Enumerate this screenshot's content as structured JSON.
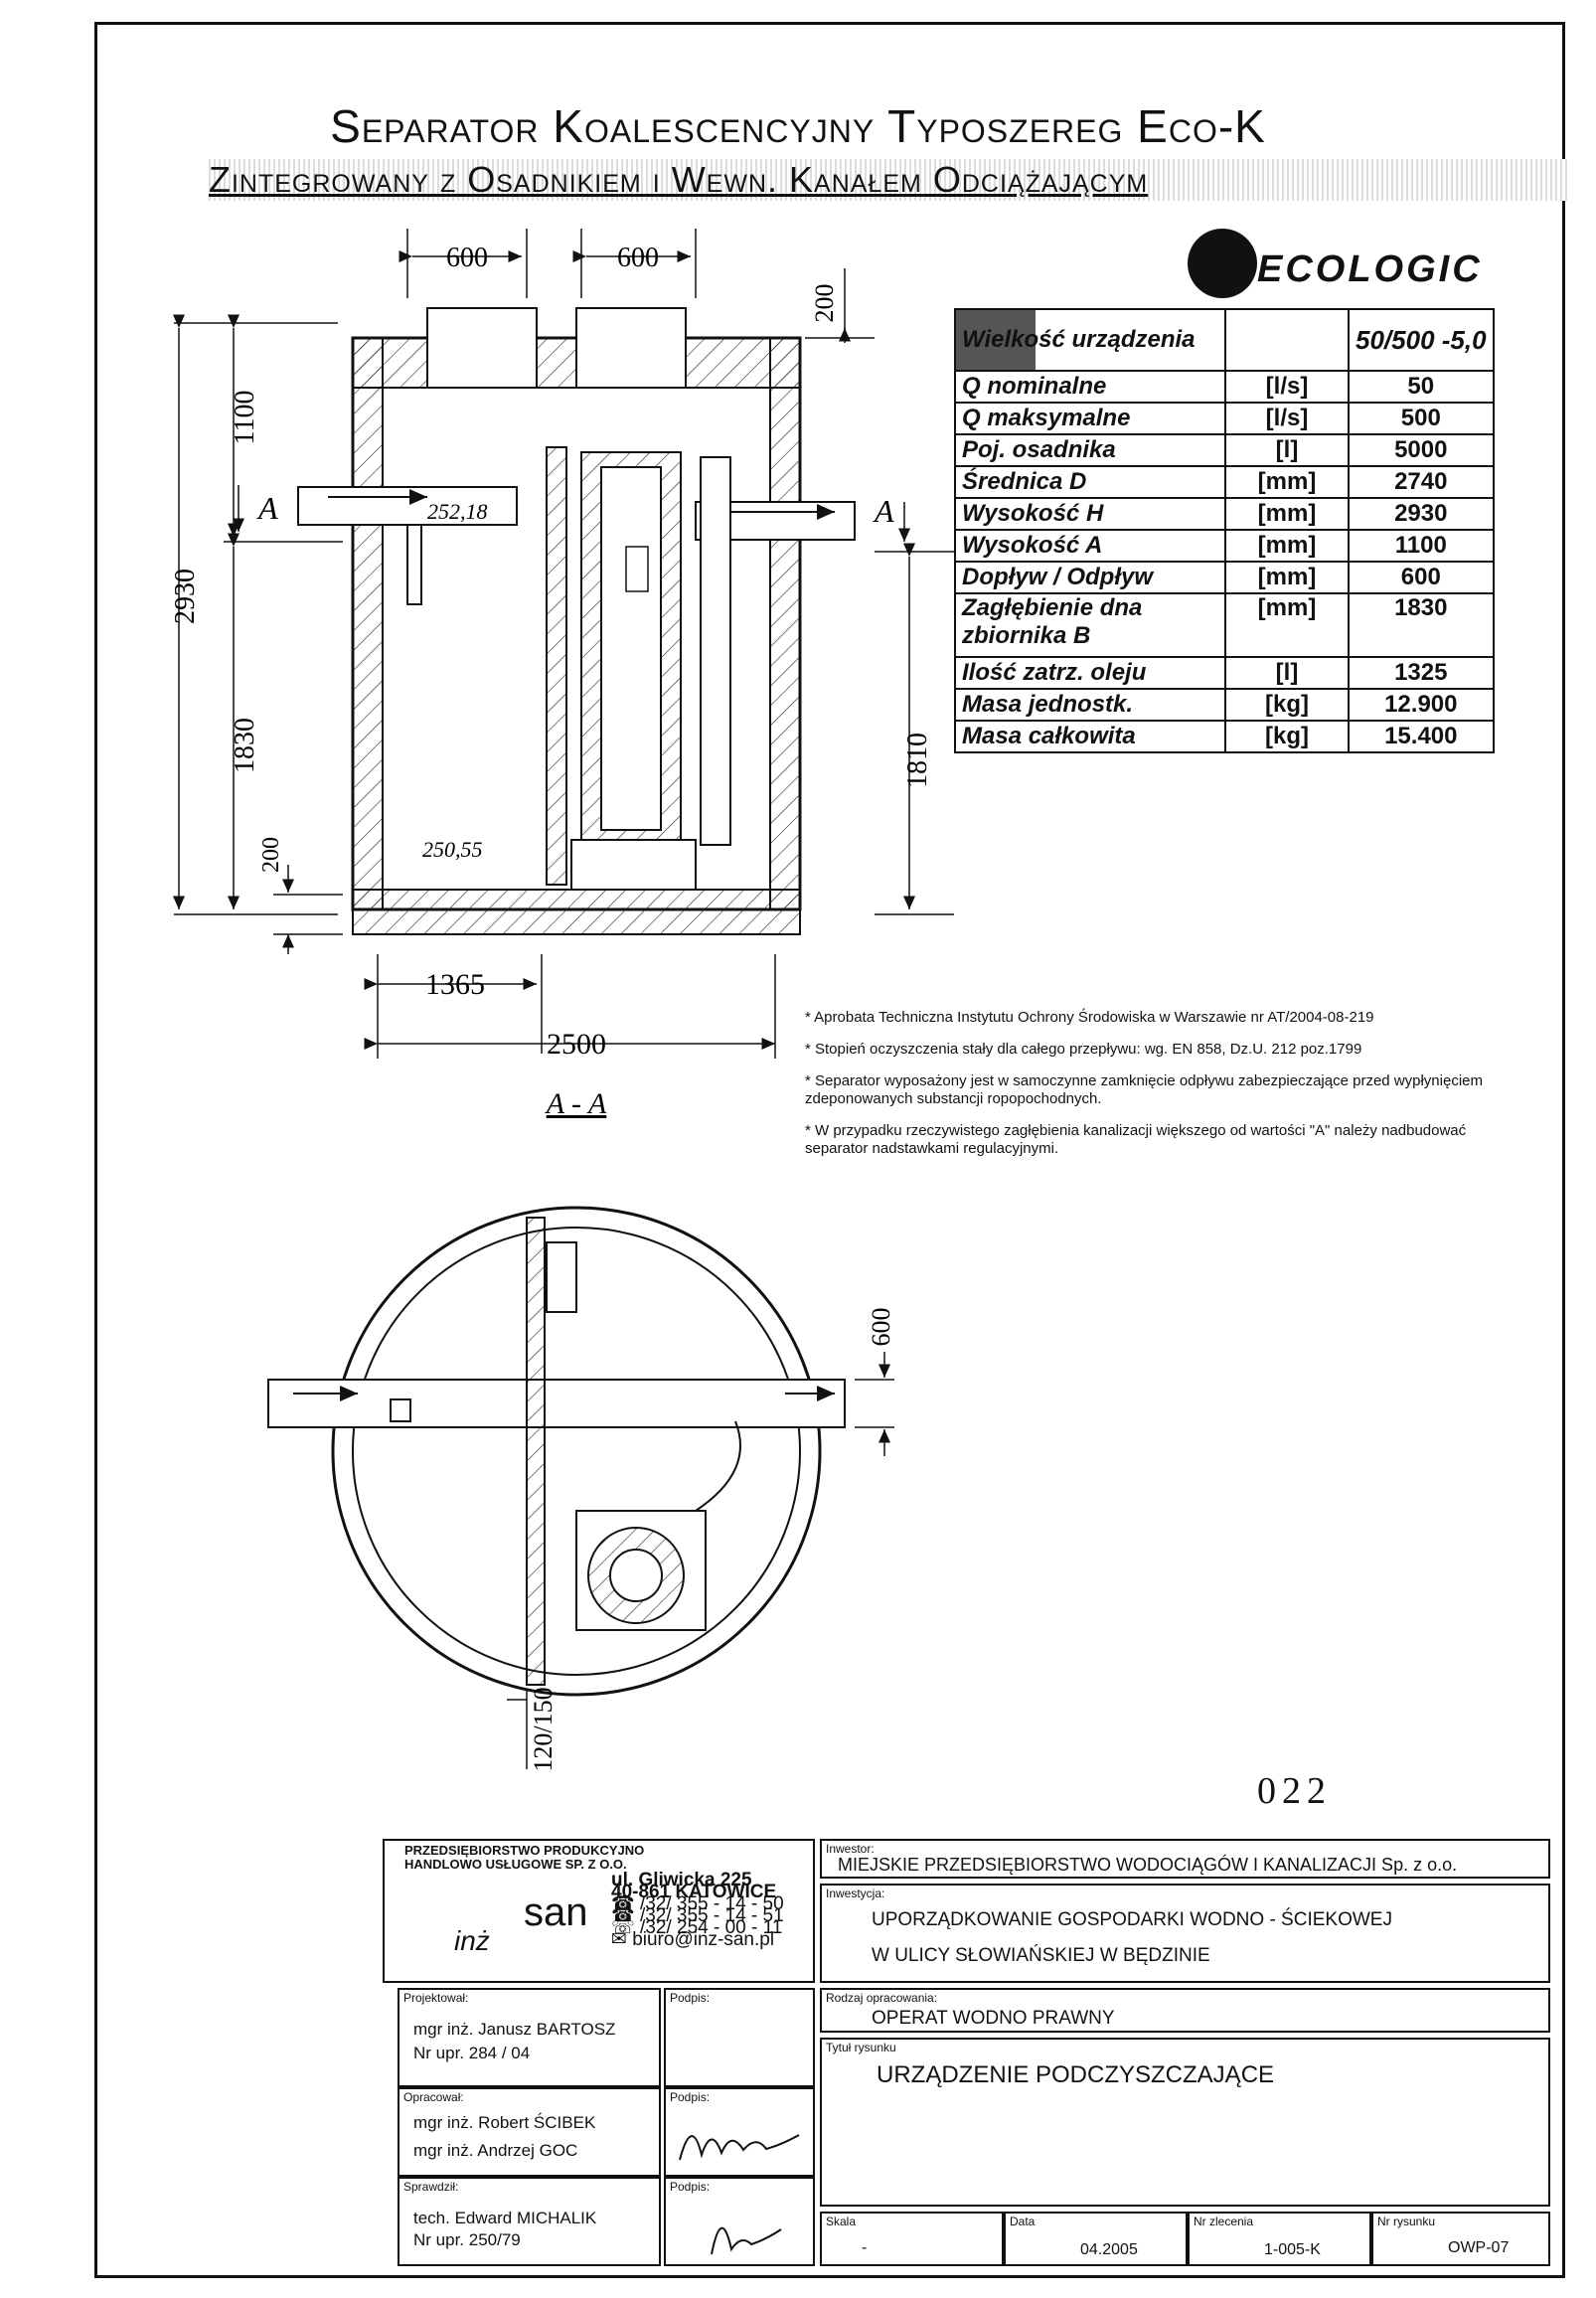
{
  "title": {
    "line1": "Separator Koalescencyjny Typoszereg Eco-K",
    "line2": "Zintegrowany z Osadnikiem i Wewn. Kanałem Odciążającym"
  },
  "brand": "ECOLOGIC",
  "dims": {
    "d600a": "600",
    "d600b": "600",
    "d200": "200",
    "d1100": "1100",
    "d2930": "2930",
    "d1830": "1830",
    "d200b": "200",
    "d1810": "1810",
    "d1365": "1365",
    "d2500": "2500",
    "level_in": "252,18",
    "level_bottom": "250,55",
    "mark_a_left": "A",
    "mark_a_right": "A",
    "section": "A - A",
    "d600_plan": "600",
    "d120": "120/150"
  },
  "spec": {
    "header": {
      "label": "Wielkość urządzenia",
      "value": "50/500 -5,0"
    },
    "rows": [
      {
        "label": "Q nominalne",
        "unit": "[l/s]",
        "value": "50"
      },
      {
        "label": "Q maksymalne",
        "unit": "[l/s]",
        "value": "500"
      },
      {
        "label": "Poj. osadnika",
        "unit": "[l]",
        "value": "5000"
      },
      {
        "label": "Średnica D",
        "unit": "[mm]",
        "value": "2740"
      },
      {
        "label": "Wysokość H",
        "unit": "[mm]",
        "value": "2930"
      },
      {
        "label": "Wysokość A",
        "unit": "[mm]",
        "value": "1100"
      },
      {
        "label": "Dopływ / Odpływ",
        "unit": "[mm]",
        "value": "600"
      },
      {
        "label": "Zagłębienie dna zbiornika B",
        "unit": "[mm]",
        "value": "1830"
      },
      {
        "label": "Ilość zatrz. oleju",
        "unit": "[l]",
        "value": "1325"
      },
      {
        "label": "Masa jednostk.",
        "unit": "[kg]",
        "value": "12.900"
      },
      {
        "label": "Masa całkowita",
        "unit": "[kg]",
        "value": "15.400"
      }
    ]
  },
  "notes": [
    "* Aprobata Techniczna Instytutu Ochrony Środowiska w Warszawie nr AT/2004-08-219",
    "* Stopień oczyszczenia stały dla całego przepływu: wg. EN 858, Dz.U. 212 poz.1799",
    "* Separator wyposażony jest w samoczynne zamknięcie odpływu zabezpieczające przed wypłynięciem zdeponowanych substancji ropopochodnych.",
    "* W przypadku rzeczywistego zagłębienia kanalizacji większego od wartości \"A\" należy nadbudować separator nadstawkami regulacyjnymi."
  ],
  "sheet_number": "022",
  "title_block": {
    "company_line1": "PRZEDSIĘBIORSTWO PRODUKCYJNO",
    "company_line2": "HANDLOWO USŁUGOWE SP. Z O.O.",
    "address": [
      "ul. Gliwicka 225",
      "40-861 KATOWICE",
      "☎ /32/ 355 - 14 - 50",
      "☎ /32/ 355 - 14 - 51",
      "☏ /32/ 254 - 00 - 11",
      "✉ biuro@inz-san.pl"
    ],
    "company_logo_a": "inż",
    "company_logo_b": "san",
    "investor_cap": "Inwestor:",
    "investor": "MIEJSKIE PRZEDSIĘBIORSTWO WODOCIĄGÓW I KANALIZACJI Sp. z o.o.",
    "investment_cap": "Inwestycja:",
    "investment1": "UPORZĄDKOWANIE GOSPODARKI WODNO - ŚCIEKOWEJ",
    "investment2": "W ULICY SŁOWIAŃSKIEJ W BĘDZINIE",
    "designer_cap": "Projektował:",
    "designer1": "mgr inż. Janusz BARTOSZ",
    "designer2": "Nr upr. 284 / 04",
    "sign_cap1": "Podpis:",
    "sign_cap2": "Podpis:",
    "sign_cap3": "Podpis:",
    "type_cap": "Rodzaj opracowania:",
    "type": "OPERAT WODNO PRAWNY",
    "prepared_cap": "Opracował:",
    "prepared1": "mgr inż. Robert ŚCIBEK",
    "prepared2": "mgr inż. Andrzej GOC",
    "drawing_cap": "Tytuł rysunku",
    "drawing": "URZĄDZENIE PODCZYSZCZAJĄCE",
    "checked_cap": "Sprawdził:",
    "checked1": "tech. Edward MICHALIK",
    "checked2": "Nr upr. 250/79",
    "scale_cap": "Skala",
    "scale": "-",
    "date_cap": "Data",
    "date": "04.2005",
    "order_cap": "Nr zlecenia",
    "order": "1-005-K",
    "drawing_no_cap": "Nr rysunku",
    "drawing_no": "OWP-07"
  }
}
